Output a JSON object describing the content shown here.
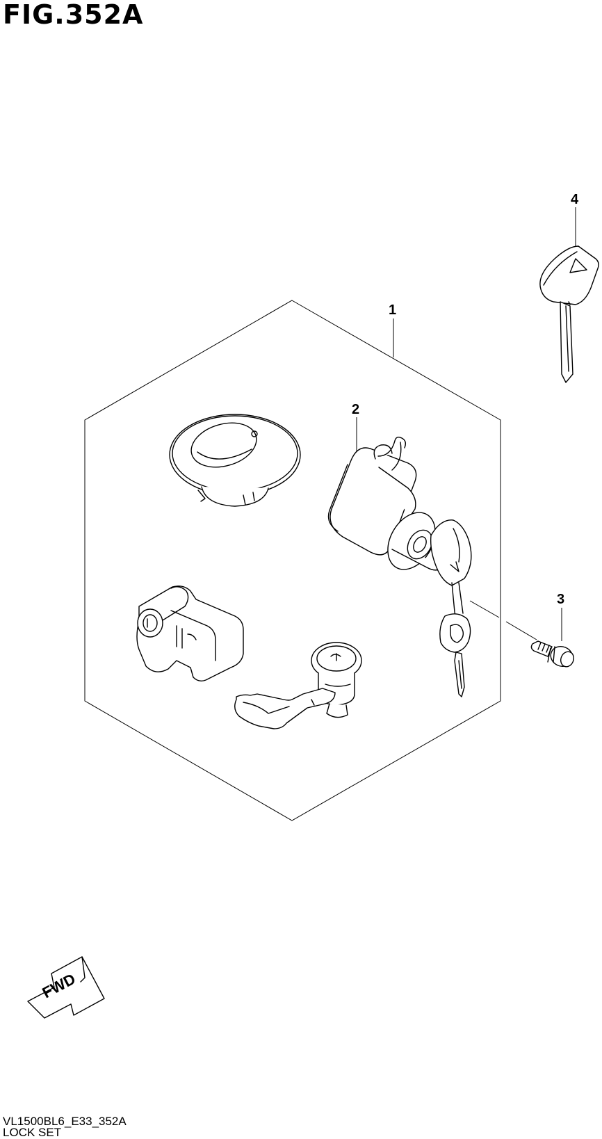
{
  "figure": {
    "title": "FIG.352A"
  },
  "callouts": [
    {
      "id": "1",
      "label": "1"
    },
    {
      "id": "2",
      "label": "2"
    },
    {
      "id": "3",
      "label": "3"
    },
    {
      "id": "4",
      "label": "4"
    }
  ],
  "direction_arrow": {
    "label": "FWD",
    "icon": "fwd-arrow-icon"
  },
  "footer": {
    "code": "VL1500BL6_E33_352A",
    "name": "LOCK SET"
  }
}
